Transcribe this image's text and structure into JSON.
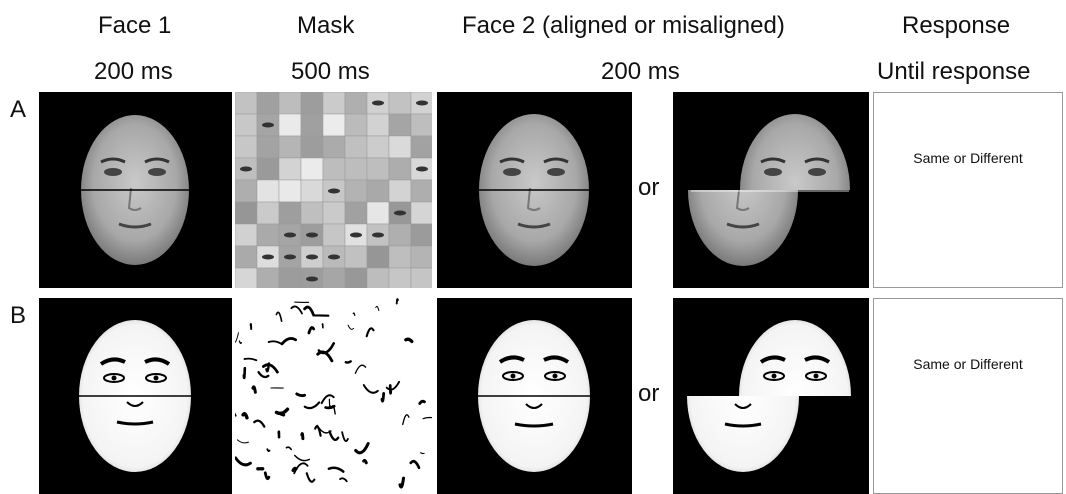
{
  "headers": {
    "face1_title": "Face 1",
    "face1_time": "200 ms",
    "mask_title": "Mask",
    "mask_time": "500 ms",
    "face2_title": "Face 2 (aligned or misaligned)",
    "face2_time": "200 ms",
    "response_title": "Response",
    "response_time": "Until response"
  },
  "rows": [
    {
      "label": "A",
      "or_text": "or",
      "response_text": "Same or Different"
    },
    {
      "label": "B",
      "or_text": "or",
      "response_text": "Same or Different"
    }
  ]
}
